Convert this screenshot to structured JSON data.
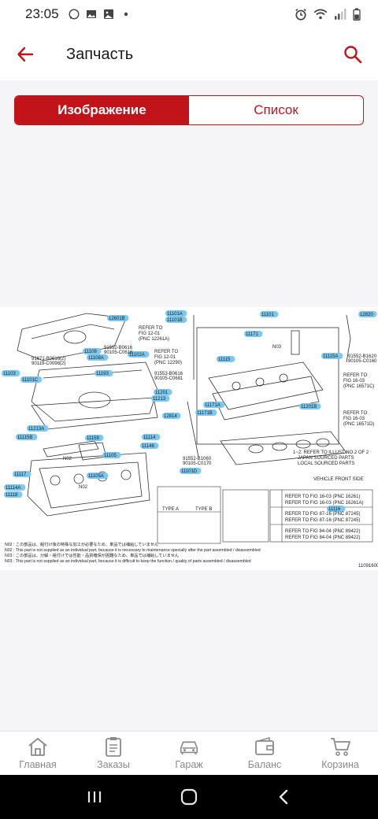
{
  "status_bar": {
    "time": "23:05"
  },
  "app_bar": {
    "title": "Запчасть",
    "back_icon": "arrow-back-icon",
    "search_icon": "search-icon",
    "accent_color": "#c0141a"
  },
  "segmented": {
    "options": [
      "Изображение",
      "Список"
    ],
    "selected": "Изображение"
  },
  "diagram": {
    "part_tags": [
      "12601B",
      "11101",
      "12820",
      "11101A",
      "11101B",
      "11171",
      "11115",
      "11115A",
      "11108",
      "11108A",
      "11102A",
      "11193",
      "11103",
      "11101C",
      "11201",
      "11213",
      "12814",
      "11213A",
      "11115B",
      "11159",
      "11114",
      "11146",
      "11101D",
      "11105",
      "11105A",
      "11171A",
      "11171B",
      "11114A",
      "11116",
      "11201B",
      "11117",
      "11118"
    ],
    "part_numbers": [
      "91671-B0616(2)",
      "90119-C0098(2)",
      "91552-B0616",
      "90105-C0616",
      "91553-B0616",
      "90105-C0681",
      "91552-B1060",
      "90105-C0170",
      "91552-B1620",
      "90105-C0160"
    ],
    "refs": [
      {
        "text": "REFER TO",
        "fig": "FIG 12-01",
        "pnc": "(PNC 12261A)"
      },
      {
        "text": "REFER TO",
        "fig": "FIG 12-01",
        "pnc": "(PNC 12290)"
      },
      {
        "text": "REFER TO",
        "fig": "FIG 16-03",
        "pnc": "(PNC 16571C)"
      },
      {
        "text": "REFER TO",
        "fig": "FIG 16-03",
        "pnc": "(PNC 16571D)"
      }
    ],
    "table_rows": [
      {
        "left": "REFER TO FIG 16-03 (PNC 16261)",
        "right": "REFER TO FIG 16-03 (PNC 16261A)"
      },
      {
        "left": "REFER TO FIG 87-16 (PNC 87245)",
        "right": "REFER TO FIG 87-16 (PNC 87245)"
      },
      {
        "left": "REFER TO FIG 84-04 (PNC 89422)",
        "right": "REFER TO FIG 84-04 (PNC 89422)"
      }
    ],
    "misc_labels": [
      "N03",
      "N02",
      "N02",
      "TYPE A",
      "TYPE B",
      "VEHICLE FRONT SIDE",
      "1~2: REFER TO ILLUST NO.2 OF 2",
      "JAPAN SOURCED PARTS",
      "LOCAL SOURCED PARTS",
      "11091600"
    ],
    "notes": [
      "N02 : この部品は、組付け後の特殊な加工が必要なため、単品では補給していません",
      "N02 : This part is not supplied as an individual part, because it is necessary to maintenance specially after the part assembled / disassembled",
      "N03 : この部品は、分解・組付けでは性能・品質確保が困難なため、単品では補給していません",
      "N03 : This part is not supplied as an individual part, because it is difficult to keep the function / quality of parts  assembled / disassembled"
    ]
  },
  "bottom_nav": [
    {
      "label": "Главная",
      "icon": "home-icon"
    },
    {
      "label": "Заказы",
      "icon": "clipboard-icon"
    },
    {
      "label": "Гараж",
      "icon": "car-icon"
    },
    {
      "label": "Баланс",
      "icon": "wallet-icon"
    },
    {
      "label": "Корзина",
      "icon": "cart-icon"
    }
  ]
}
